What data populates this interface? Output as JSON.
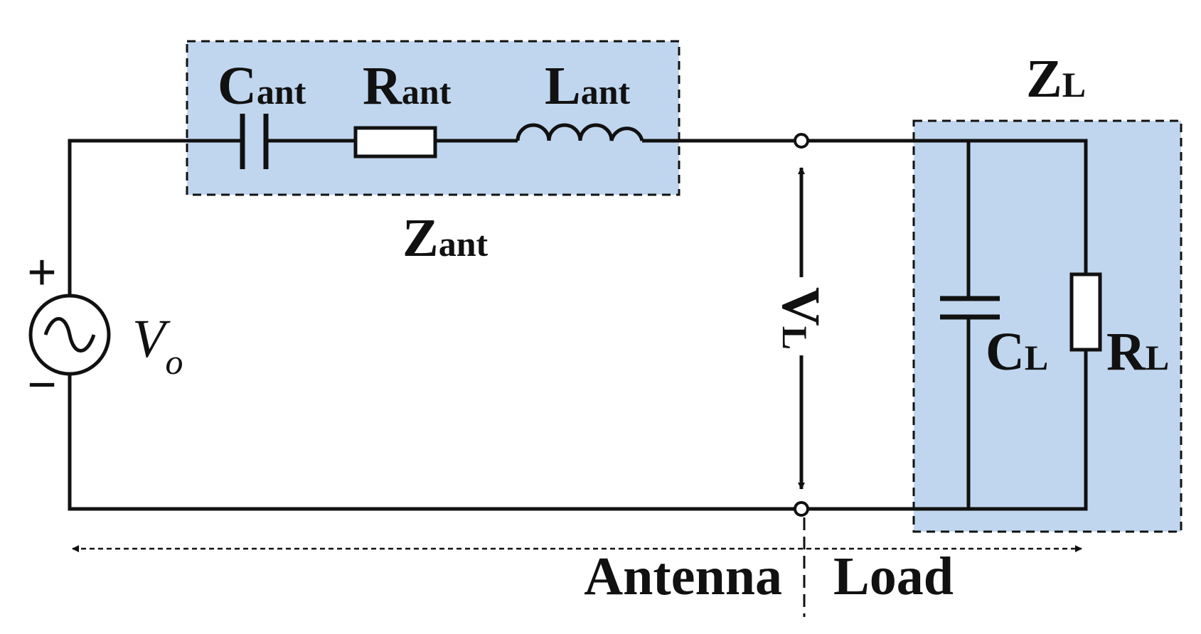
{
  "labels": {
    "c_ant": {
      "main": "C",
      "sub": "ant"
    },
    "r_ant": {
      "main": "R",
      "sub": "ant"
    },
    "l_ant": {
      "main": "L",
      "sub": "ant"
    },
    "z_ant": {
      "main": "Z",
      "sub": "ant"
    },
    "z_l": {
      "main": "Z",
      "sub": "L"
    },
    "c_l": {
      "main": "C",
      "sub": "L"
    },
    "r_l": {
      "main": "R",
      "sub": "L"
    },
    "v_l": {
      "main": "V",
      "sub": "L"
    },
    "v_o": {
      "main": "V",
      "sub": "o"
    },
    "plus": "+",
    "minus": "−",
    "antenna": "Antenna",
    "load": "Load"
  },
  "colors": {
    "block_fill": "#c0d6ee",
    "line": "#111111",
    "background": "#ffffff"
  }
}
